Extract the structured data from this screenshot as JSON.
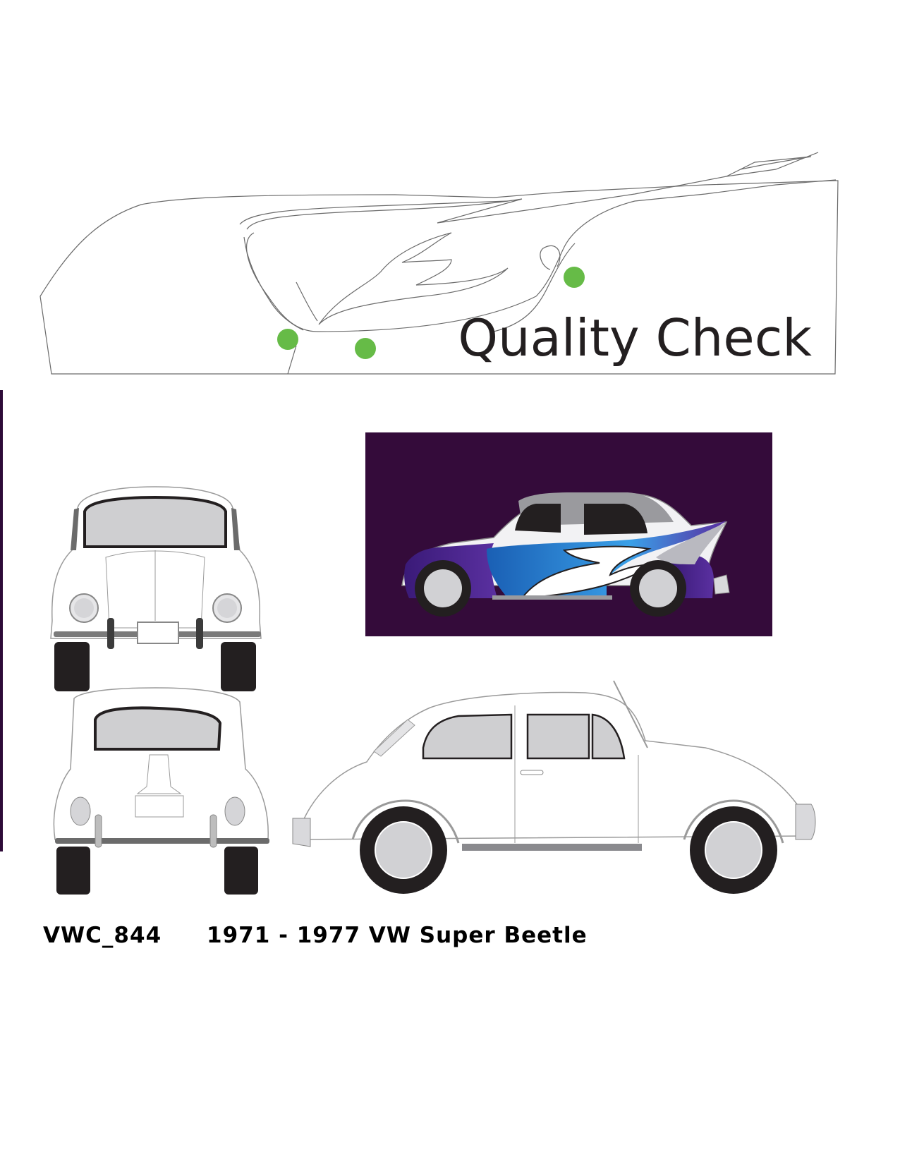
{
  "decal": {
    "watermark": "Quality Check"
  },
  "colors": {
    "background": "#ffffff",
    "accent_bar": "#2e0a38",
    "preview_background": "#340b3a",
    "check_dot": "#66bb47",
    "outline": "#6b6b6b",
    "glass": "#cfcfd1",
    "tire": "#231f20",
    "graphic_purple": "#4b2686",
    "graphic_blue": "#2d86d9",
    "graphic_silver": "#b9b9c0"
  },
  "icons": {
    "check_dot": "green-circle-marker",
    "front_view": "car-front-outline",
    "rear_view": "car-rear-outline",
    "side_view": "car-side-outline",
    "preview": "car-side-with-graphic"
  },
  "footer": {
    "sku": "VWC_844",
    "vehicle": "1971 - 1977 VW Super Beetle"
  }
}
